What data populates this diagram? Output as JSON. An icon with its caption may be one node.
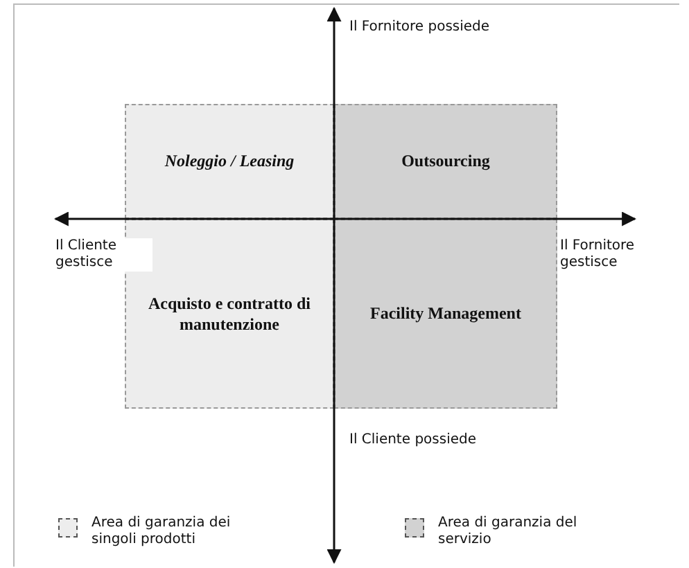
{
  "diagram": {
    "nodes": [
      {
        "text": [
          "Noleggio / Leasing"
        ]
      },
      {
        "text": [
          "Outsourcing"
        ]
      },
      {
        "text": [
          "Acquisto e contratto di manutenzione"
        ]
      },
      {
        "text": [
          "Facility Management"
        ]
      }
    ],
    "labels": [
      "Il Fornitore possiede",
      "Il Cliente gestisce",
      "Il Fornitore gestisce",
      "Il Cliente possiede"
    ],
    "legend": [
      {
        "text": "Area di garanzia dei singoli prodotti",
        "color": "#ededed"
      },
      {
        "text": "Area di garanzia del servizio",
        "color": "#d2d2d2"
      }
    ]
  }
}
